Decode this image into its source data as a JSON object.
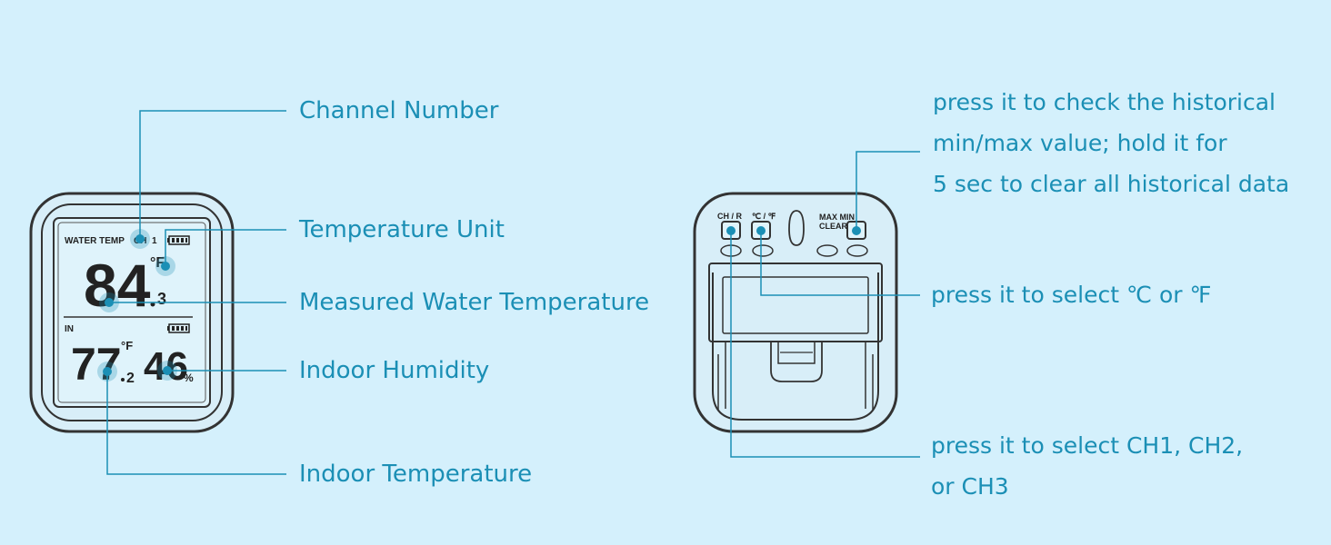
{
  "front": {
    "lcd_top_label": "WATER TEMP",
    "lcd_channel": "CH",
    "lcd_channel_num": "1",
    "lcd_water_main": "84",
    "lcd_water_decimal": "3",
    "lcd_water_unit": "°F",
    "lcd_in_label": "IN",
    "lcd_in_main": "77",
    "lcd_in_decimal": "2",
    "lcd_in_unit": "°F",
    "lcd_humidity": "46",
    "lcd_humidity_unit": "%"
  },
  "front_callouts": {
    "channel_number": "Channel Number",
    "temperature_unit": "Temperature Unit",
    "measured_water_temperature": "Measured Water Temperature",
    "indoor_humidity": "Indoor Humidity",
    "indoor_temperature": "Indoor Temperature"
  },
  "back": {
    "btn_ch_label": "CH / R",
    "btn_unit_label": "℃ / ℉",
    "btn_maxmin_label_1": "MAX MIN",
    "btn_maxmin_label_2": "CLEAR"
  },
  "back_callouts": {
    "maxmin_line1": "press it to check the historical",
    "maxmin_line2": "min/max value; hold it for",
    "maxmin_line3": "5 sec to clear all historical data",
    "unit_select": "press it to select  ℃ or ℉",
    "channel_line1": "press it to select CH1, CH2,",
    "channel_line2": "or CH3"
  },
  "colors": {
    "background": "#d4f0fc",
    "accent": "#1b8fb5",
    "device_outline": "#333333",
    "device_fill": "#dff3fb",
    "marker": "#1b8fb5"
  }
}
